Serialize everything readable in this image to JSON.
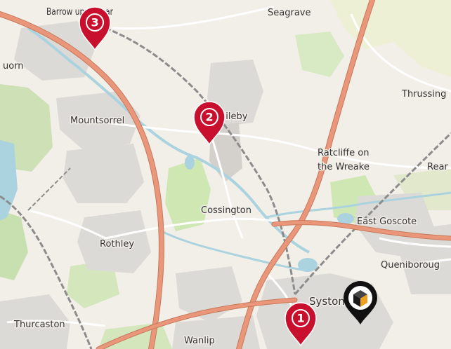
{
  "map": {
    "places": {
      "barrow": "Barrow upon Soar",
      "seagrave": "Seagrave",
      "quorn": "uorn",
      "mountsorrel": "Mountsorrel",
      "sileby": "Sileby",
      "thrussington": "Thrussing",
      "ratcliffe_1": "Ratcliffe on",
      "ratcliffe_2": "the Wreake",
      "rearsby": "Rear",
      "cossington": "Cossington",
      "east_goscote": "East Goscote",
      "rothley": "Rothley",
      "queniborough": "Queniboroug",
      "syston": "Syston",
      "thurcaston": "Thurcaston",
      "wanlip": "Wanlip"
    },
    "markers": [
      {
        "label": "1",
        "color": "#c8102e"
      },
      {
        "label": "2",
        "color": "#c8102e"
      },
      {
        "label": "3",
        "color": "#c8102e"
      }
    ],
    "location_marker": {
      "icon": "cube-location-icon",
      "color": "#111111"
    }
  }
}
